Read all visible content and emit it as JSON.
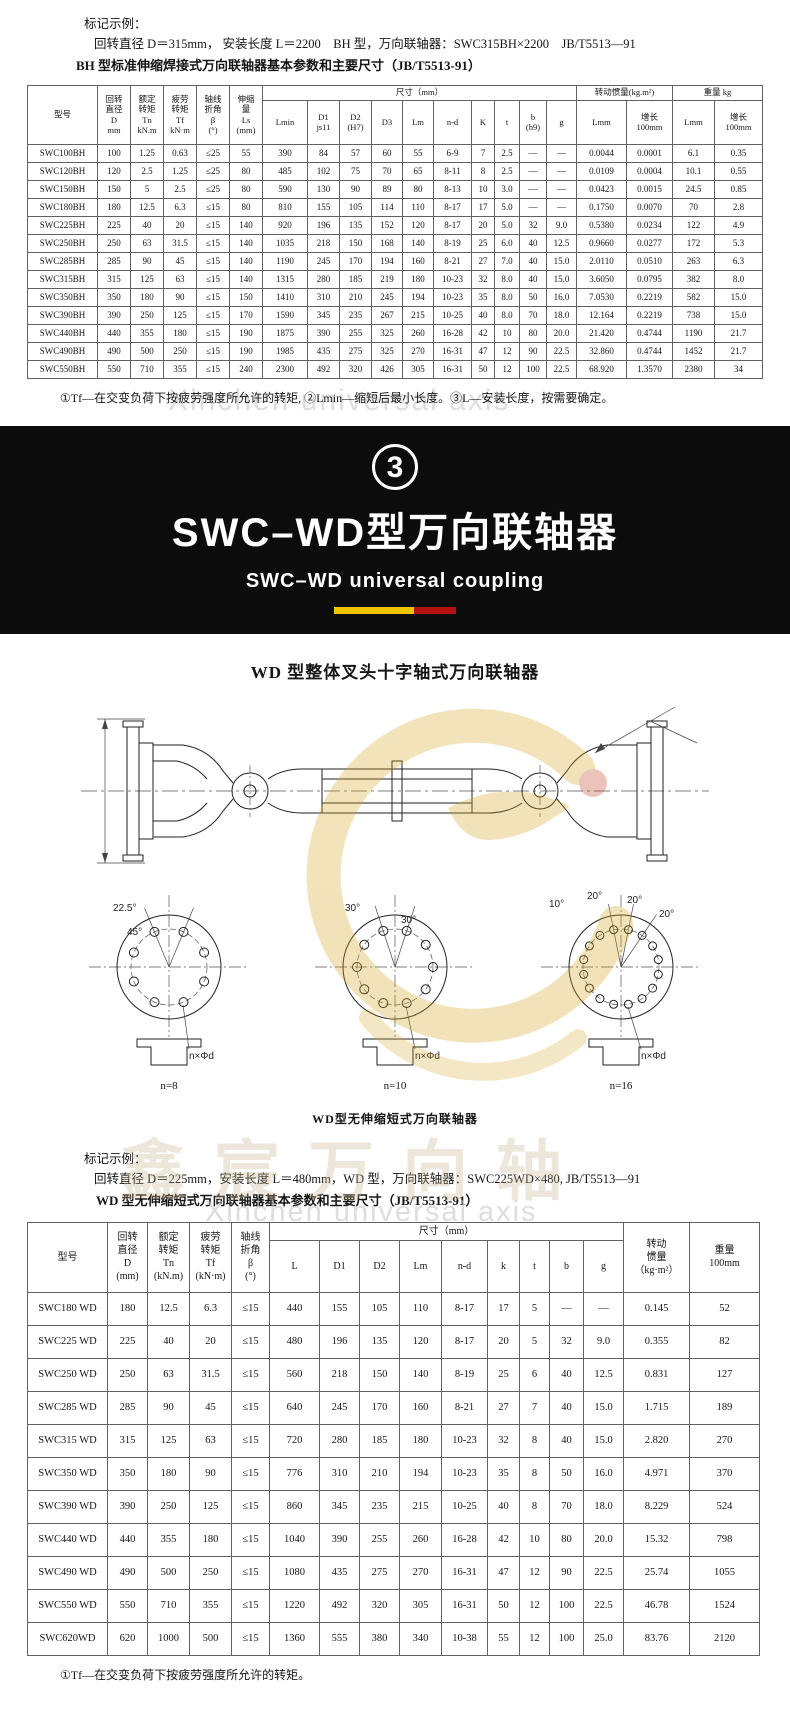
{
  "colors": {
    "banner_bg": "#0c0c0c",
    "accent_yellow": "#f2c400",
    "accent_red": "#b41111"
  },
  "top": {
    "mark_label": "标记示例：",
    "mark_line": "回转直径 D＝315mm， 安装长度 L＝2200　BH 型，万向联轴器：SWC315BH×2200　JB/T5513—91",
    "table_title": "BH 型标准伸缩焊接式万向联轴器基本参数和主要尺寸（JB/T5513-91）",
    "note": "①Tf—在交变负荷下按疲劳强度所允许的转矩, ②Lmin—缩短后最小长度。③L—安装长度，按需要确定。"
  },
  "table1": {
    "headers": {
      "model": "型号",
      "col_d": "回转\n直径\nD\nmm",
      "col_tn": "额定\n转矩\nTn\nkN.m",
      "col_tf": "疲劳\n转矩\nTf\nkN·m",
      "col_beta": "轴线\n折角\nβ\n(°)",
      "col_ls": "伸缩\n量\nLs\n(mm)",
      "size_group": "尺寸（mm）",
      "size_cols": [
        "Lmin",
        "D1\njs11",
        "D2\n(H7)",
        "D3",
        "Lm",
        "n-d",
        "K",
        "t",
        "b\n(h9)",
        "g"
      ],
      "inertia_group": "转动惯量(kg.m²)",
      "inertia_cols": [
        "Lmm",
        "增长\n100mm"
      ],
      "weight_group": "重量 kg",
      "weight_cols": [
        "Lmm",
        "增长\n100mm"
      ]
    },
    "rows": [
      [
        "SWC100BH",
        "100",
        "1.25",
        "0.63",
        "≤25",
        "55",
        "390",
        "84",
        "57",
        "60",
        "55",
        "6-9",
        "7",
        "2.5",
        "—",
        "—",
        "0.0044",
        "0.0001",
        "6.1",
        "0.35"
      ],
      [
        "SWC120BH",
        "120",
        "2.5",
        "1.25",
        "≤25",
        "80",
        "485",
        "102",
        "75",
        "70",
        "65",
        "8-11",
        "8",
        "2.5",
        "—",
        "—",
        "0.0109",
        "0.0004",
        "10.1",
        "0.55"
      ],
      [
        "SWC150BH",
        "150",
        "5",
        "2.5",
        "≤25",
        "80",
        "590",
        "130",
        "90",
        "89",
        "80",
        "8-13",
        "10",
        "3.0",
        "—",
        "—",
        "0.0423",
        "0.0015",
        "24.5",
        "0.85"
      ],
      [
        "SWC180BH",
        "180",
        "12.5",
        "6.3",
        "≤15",
        "80",
        "810",
        "155",
        "105",
        "114",
        "110",
        "8-17",
        "17",
        "5.0",
        "—",
        "—",
        "0.1750",
        "0.0070",
        "70",
        "2.8"
      ],
      [
        "SWC225BH",
        "225",
        "40",
        "20",
        "≤15",
        "140",
        "920",
        "196",
        "135",
        "152",
        "120",
        "8-17",
        "20",
        "5.0",
        "32",
        "9.0",
        "0.5380",
        "0.0234",
        "122",
        "4.9"
      ],
      [
        "SWC250BH",
        "250",
        "63",
        "31.5",
        "≤15",
        "140",
        "1035",
        "218",
        "150",
        "168",
        "140",
        "8-19",
        "25",
        "6.0",
        "40",
        "12.5",
        "0.9660",
        "0.0277",
        "172",
        "5.3"
      ],
      [
        "SWC285BH",
        "285",
        "90",
        "45",
        "≤15",
        "140",
        "1190",
        "245",
        "170",
        "194",
        "160",
        "8-21",
        "27",
        "7.0",
        "40",
        "15.0",
        "2.0110",
        "0.0510",
        "263",
        "6.3"
      ],
      [
        "SWC315BH",
        "315",
        "125",
        "63",
        "≤15",
        "140",
        "1315",
        "280",
        "185",
        "219",
        "180",
        "10-23",
        "32",
        "8.0",
        "40",
        "15.0",
        "3.6050",
        "0.0795",
        "382",
        "8.0"
      ],
      [
        "SWC350BH",
        "350",
        "180",
        "90",
        "≤15",
        "150",
        "1410",
        "310",
        "210",
        "245",
        "194",
        "10-23",
        "35",
        "8.0",
        "50",
        "16.0",
        "7.0530",
        "0.2219",
        "582",
        "15.0"
      ],
      [
        "SWC390BH",
        "390",
        "250",
        "125",
        "≤15",
        "170",
        "1590",
        "345",
        "235",
        "267",
        "215",
        "10-25",
        "40",
        "8.0",
        "70",
        "18.0",
        "12.164",
        "0.2219",
        "738",
        "15.0"
      ],
      [
        "SWC440BH",
        "440",
        "355",
        "180",
        "≤15",
        "190",
        "1875",
        "390",
        "255",
        "325",
        "260",
        "16-28",
        "42",
        "10",
        "80",
        "20.0",
        "21.420",
        "0.4744",
        "1190",
        "21.7"
      ],
      [
        "SWC490BH",
        "490",
        "500",
        "250",
        "≤15",
        "190",
        "1985",
        "435",
        "275",
        "325",
        "270",
        "16-31",
        "47",
        "12",
        "90",
        "22.5",
        "32.860",
        "0.4744",
        "1452",
        "21.7"
      ],
      [
        "SWC550BH",
        "550",
        "710",
        "355",
        "≤15",
        "240",
        "2300",
        "492",
        "320",
        "426",
        "305",
        "16-31",
        "50",
        "12",
        "100",
        "22.5",
        "68.920",
        "1.3570",
        "2380",
        "34"
      ]
    ]
  },
  "banner": {
    "number": "3",
    "title": "SWC–WD型万向联轴器",
    "subtitle": "SWC–WD universal coupling"
  },
  "drawing": {
    "title": "WD 型整体叉头十字轴式万向联轴器",
    "caption": "WD型无伸缩短式万向联轴器",
    "flanges": [
      {
        "labels": [
          "22.5°",
          "45°"
        ],
        "bolt_label": "n×Φd",
        "count": "n=8"
      },
      {
        "labels": [
          "30°",
          "30°"
        ],
        "bolt_label": "n×Φd",
        "count": "n=10"
      },
      {
        "labels": [
          "10°",
          "20°",
          "20°",
          "20°"
        ],
        "bolt_label": "n×Φd",
        "count": "n=16"
      }
    ]
  },
  "bottom": {
    "mark_label": "标记示例：",
    "mark_line": "回转直径 D＝225mm，安装长度 L＝480mm，WD 型，万向联轴器：SWC225WD×480, JB/T5513—91",
    "table_title": "WD 型无伸缩短式万向联轴器基本参数和主要尺寸（JB/T5513-91）",
    "note": "①Tf—在交变负荷下按疲劳强度所允许的转矩。"
  },
  "table2": {
    "headers": {
      "model": "型号",
      "col_d": "回转\n直径\nD\n(mm)",
      "col_tn": "额定\n转矩\nTn\n(kN.m)",
      "col_tf": "疲劳\n转矩\nTf\n(kN·m)",
      "col_beta": "轴线\n折角\nβ\n(°)",
      "size_group": "尺寸（mm）",
      "size_cols": [
        "L",
        "D1",
        "D2",
        "Lm",
        "n-d",
        "k",
        "t",
        "b",
        "g"
      ],
      "inertia_group": "转动\n惯量\n（kg·m²）",
      "weight_group": "重量\n100mm"
    },
    "rows": [
      [
        "SWC180 WD",
        "180",
        "12.5",
        "6.3",
        "≤15",
        "440",
        "155",
        "105",
        "110",
        "8-17",
        "17",
        "5",
        "—",
        "—",
        "0.145",
        "52"
      ],
      [
        "SWC225 WD",
        "225",
        "40",
        "20",
        "≤15",
        "480",
        "196",
        "135",
        "120",
        "8-17",
        "20",
        "5",
        "32",
        "9.0",
        "0.355",
        "82"
      ],
      [
        "SWC250 WD",
        "250",
        "63",
        "31.5",
        "≤15",
        "560",
        "218",
        "150",
        "140",
        "8-19",
        "25",
        "6",
        "40",
        "12.5",
        "0.831",
        "127"
      ],
      [
        "SWC285 WD",
        "285",
        "90",
        "45",
        "≤15",
        "640",
        "245",
        "170",
        "160",
        "8-21",
        "27",
        "7",
        "40",
        "15.0",
        "1.715",
        "189"
      ],
      [
        "SWC315 WD",
        "315",
        "125",
        "63",
        "≤15",
        "720",
        "280",
        "185",
        "180",
        "10-23",
        "32",
        "8",
        "40",
        "15.0",
        "2.820",
        "270"
      ],
      [
        "SWC350 WD",
        "350",
        "180",
        "90",
        "≤15",
        "776",
        "310",
        "210",
        "194",
        "10-23",
        "35",
        "8",
        "50",
        "16.0",
        "4.971",
        "370"
      ],
      [
        "SWC390 WD",
        "390",
        "250",
        "125",
        "≤15",
        "860",
        "345",
        "235",
        "215",
        "10-25",
        "40",
        "8",
        "70",
        "18.0",
        "8.229",
        "524"
      ],
      [
        "SWC440 WD",
        "440",
        "355",
        "180",
        "≤15",
        "1040",
        "390",
        "255",
        "260",
        "16-28",
        "42",
        "10",
        "80",
        "20.0",
        "15.32",
        "798"
      ],
      [
        "SWC490 WD",
        "490",
        "500",
        "250",
        "≤15",
        "1080",
        "435",
        "275",
        "270",
        "16-31",
        "47",
        "12",
        "90",
        "22.5",
        "25.74",
        "1055"
      ],
      [
        "SWC550 WD",
        "550",
        "710",
        "355",
        "≤15",
        "1220",
        "492",
        "320",
        "305",
        "16-31",
        "50",
        "12",
        "100",
        "22.5",
        "46.78",
        "1524"
      ],
      [
        "SWC620WD",
        "620",
        "1000",
        "500",
        "≤15",
        "1360",
        "555",
        "380",
        "340",
        "10-38",
        "55",
        "12",
        "100",
        "25.0",
        "83.76",
        "2120"
      ]
    ]
  },
  "watermark": {
    "text_en": "Xinchen universal axis",
    "text_cn": "鑫宸万向轴"
  }
}
